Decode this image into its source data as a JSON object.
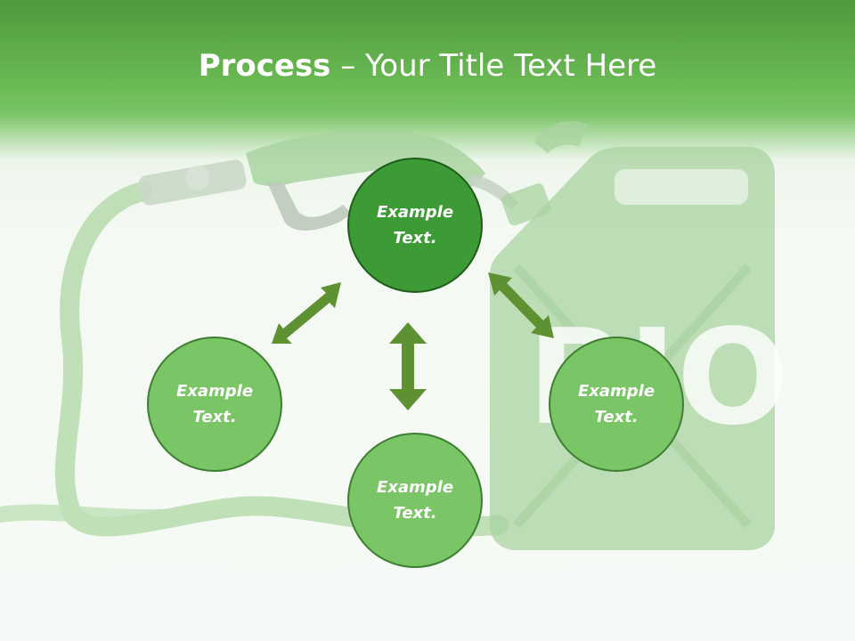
{
  "slide": {
    "title_bold": "Process",
    "title_rest": " – Your Title Text Here"
  },
  "diagram": {
    "nodes": [
      {
        "id": "top",
        "label": "Example Text."
      },
      {
        "id": "left",
        "label": "Example Text."
      },
      {
        "id": "right",
        "label": "Example Text."
      },
      {
        "id": "bottom",
        "label": "Example Text."
      }
    ],
    "arrows": [
      {
        "from": "top",
        "to": "left",
        "style": "double-headed"
      },
      {
        "from": "top",
        "to": "right",
        "style": "double-headed"
      },
      {
        "from": "top",
        "to": "bottom",
        "style": "double-headed"
      }
    ]
  },
  "colors": {
    "header_top": "#4f9a3c",
    "header_bottom": "#7ac567",
    "node_fill": "#7ac566",
    "node_highlight_fill": "#3c9b35",
    "node_border": "#3e7e32",
    "arrow": "#5e9131",
    "background_art": "#a9d3a0"
  },
  "background": {
    "picture": "fuel-pump-nozzle-and-jerrycan-illustration",
    "jerrycan_lettering": "BIO"
  }
}
